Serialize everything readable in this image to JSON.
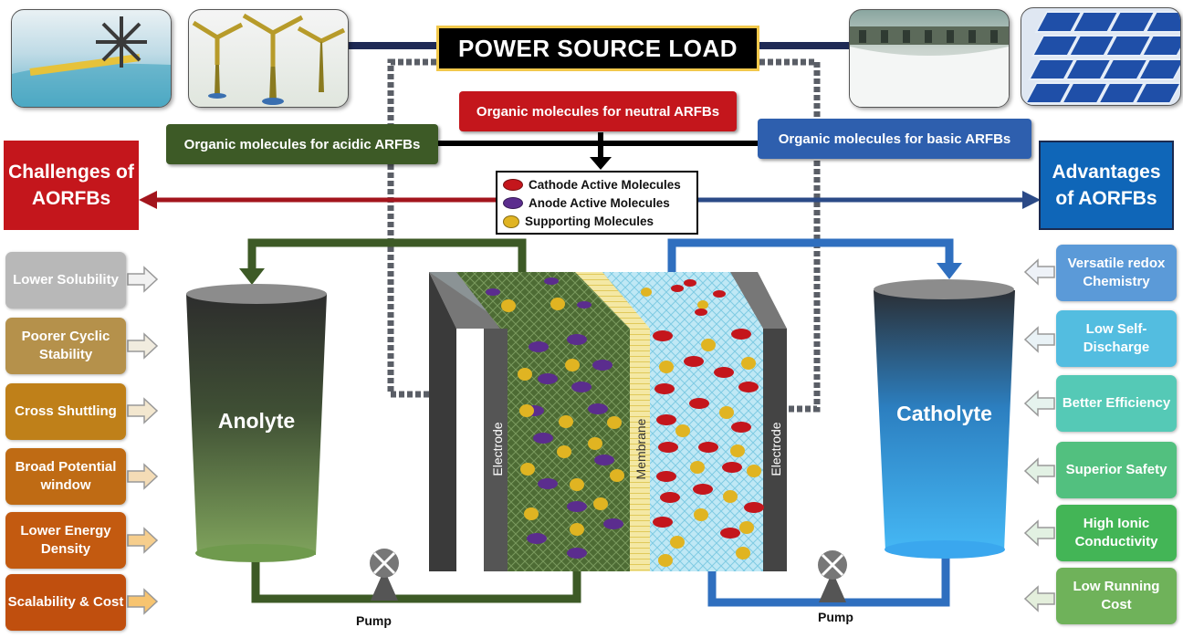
{
  "title": "POWER SOURCE LOAD",
  "molecule_boxes": {
    "neutral": "Organic molecules for neutral ARFBs",
    "acidic": "Organic molecules for acidic ARFBs",
    "basic": "Organic molecules for basic ARFBs"
  },
  "legend": {
    "cathode": "Cathode Active Molecules",
    "anode": "Anode Active Molecules",
    "supporting": "Supporting Molecules"
  },
  "challenges_title": "Challenges of AORFBs",
  "advantages_title": "Advantages of AORFBs",
  "challenges": [
    "Lower Solubility",
    "Poorer Cyclic Stability",
    "Cross Shuttling",
    "Broad Potential window",
    "Lower Energy Density",
    "Scalability & Cost"
  ],
  "advantages": [
    "Versatile redox Chemistry",
    "Low Self-Discharge",
    "Better Efficiency",
    "Superior Safety",
    "High Ionic Conductivity",
    "Low Running Cost"
  ],
  "cell": {
    "electrode_left": "Electrode",
    "membrane": "Membrane",
    "electrode_right": "Electrode"
  },
  "tanks": {
    "anolyte": "Anolyte",
    "catholyte": "Catholyte"
  },
  "pump_label": "Pump",
  "colors": {
    "acidic": "#3d5a26",
    "neutral": "#c4161c",
    "basic": "#2e5fae",
    "cathode": "#c4161c",
    "anode": "#5b2d8e",
    "supporting": "#e0b422"
  },
  "icons": [
    "water-wheel-icon",
    "wind-turbines-icon",
    "dam-icon",
    "solar-panel-icon",
    "pump-icon"
  ]
}
